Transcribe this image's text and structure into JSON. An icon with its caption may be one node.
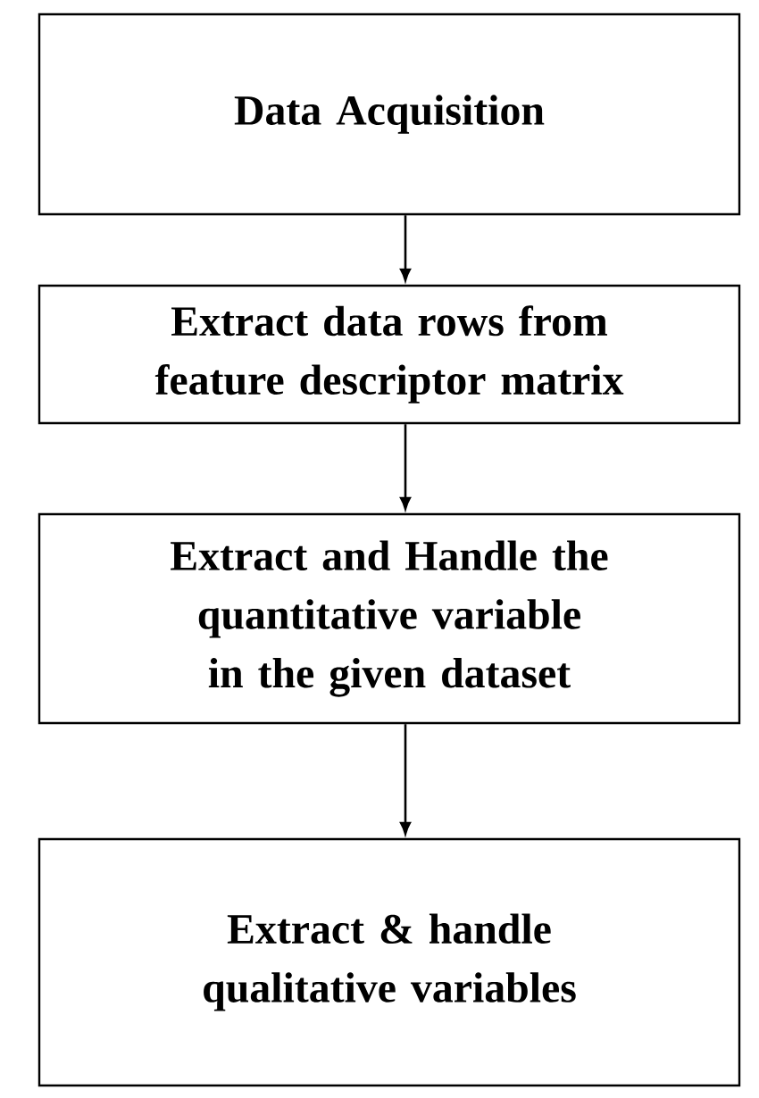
{
  "diagram": {
    "nodes": [
      {
        "text": [
          "Data Acquisition"
        ]
      },
      {
        "text": [
          "Extract data rows from feature descriptor matrix"
        ]
      },
      {
        "text": [
          "Extract and Handle the quantitative variable in the given dataset"
        ]
      },
      {
        "text": [
          "Extract & handle qualitative variables"
        ]
      }
    ],
    "edges": [
      {
        "from": 0,
        "to": 1,
        "arrow": "to"
      },
      {
        "from": 1,
        "to": 2,
        "arrow": "to"
      },
      {
        "from": 2,
        "to": 3,
        "arrow": "to"
      }
    ]
  }
}
